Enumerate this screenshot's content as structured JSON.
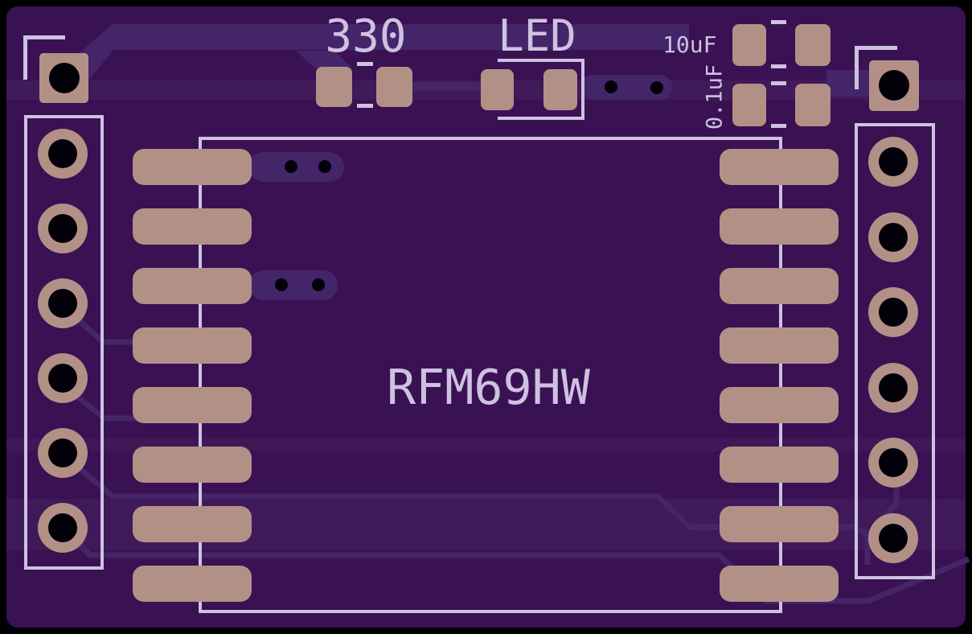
{
  "colors": {
    "background": "#000000",
    "board_soldermask": "#3a1153",
    "copper_trace": "#45256a",
    "copper_pad": "#b29086",
    "silkscreen": "#cdc2e0",
    "drill_hole": "#020008"
  },
  "silkscreen": {
    "resistor_value": "330",
    "led_label": "LED",
    "capacitor1_value": "10uF",
    "capacitor2_value": "0.1uF",
    "module_name": "RFM69HW"
  },
  "components": {
    "left_header_pins": 6,
    "right_header_pins": 6,
    "module_pads_per_side": 2,
    "module_pad_rows": 8,
    "corner_mount_pads": 2,
    "via_count": 6,
    "resistor_pads": 2,
    "led_pads": 2,
    "capacitor_pads": 4
  }
}
